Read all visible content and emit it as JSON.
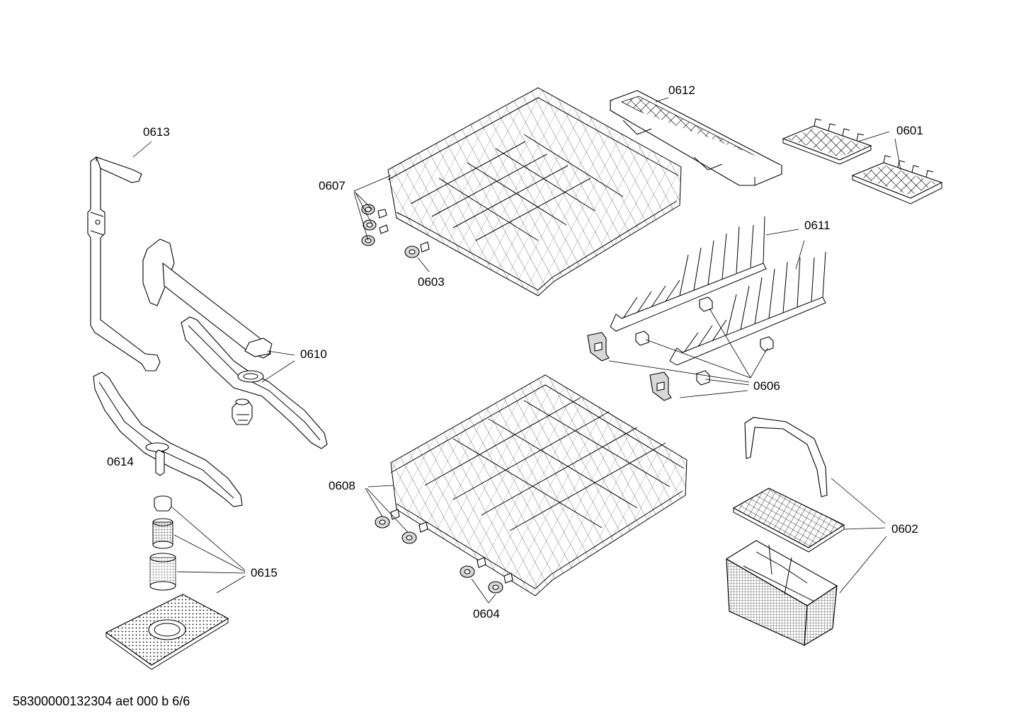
{
  "callouts": {
    "c0601": "0601",
    "c0602": "0602",
    "c0603": "0603",
    "c0604": "0604",
    "c0606": "0606",
    "c0607": "0607",
    "c0608": "0608",
    "c0610": "0610",
    "c0611": "0611",
    "c0612": "0612",
    "c0613": "0613",
    "c0614": "0614",
    "c0615": "0615"
  },
  "footer": "58300000132304 aet 000 b 6/6"
}
